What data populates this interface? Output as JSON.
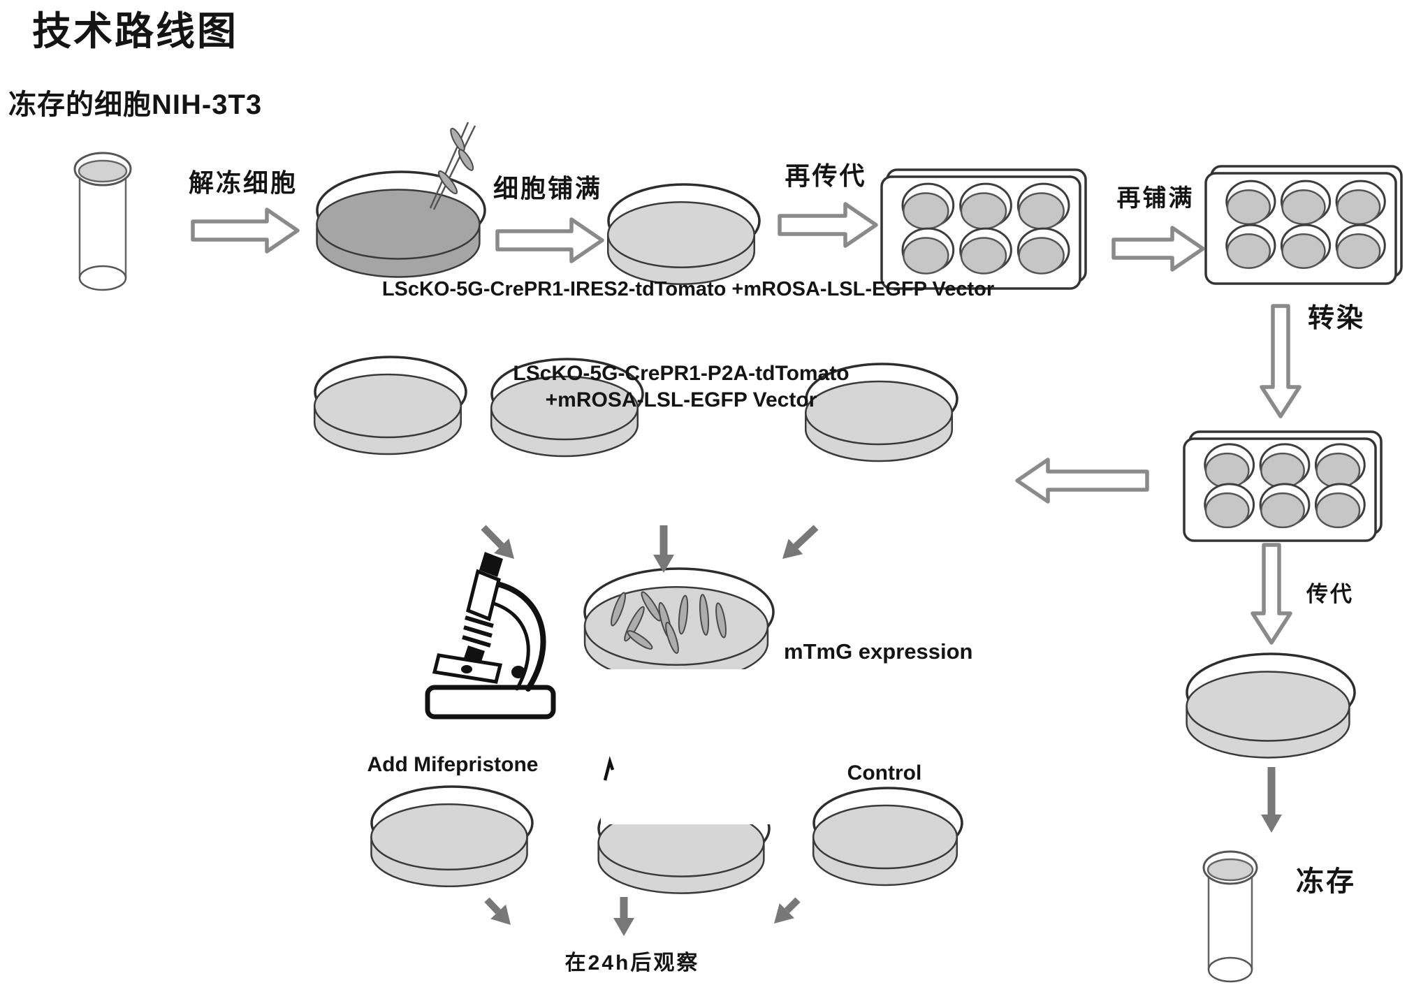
{
  "title": "技术路线图",
  "source_label": "冻存的细胞NIH-3T3",
  "steps": {
    "thaw": "解冻细胞",
    "confluent": "细胞铺满",
    "repassage": "再传代",
    "replate": "再铺满",
    "transfect": "转染",
    "passage": "传代",
    "cryopreserve": "冻存"
  },
  "vectors": {
    "first": "LScKO-5G-CrePR1-IRES2-tdTomato +mROSA-LSL-EGFP Vector",
    "second_line1": "LScKO-5G-CrePR1-P2A-tdTomato",
    "second_line2": "+mROSA-LSL-EGFP Vector"
  },
  "annotations": {
    "expression": "mTmG expression",
    "treatment": "Add Mifepristone",
    "control": "Control",
    "observe": "在24h后观察"
  },
  "colors": {
    "ink": "#1b1b1b",
    "dish_fill": "#d6d6d6",
    "dark_dish_fill": "#a5a5a5",
    "well_fill": "#c6c6c6",
    "cell_fill": "#adadad",
    "arrow_outline": "#8a8a8a",
    "solid_arrow": "#787878"
  },
  "icons": [
    "cryovial-icon",
    "petri-dish",
    "six-well-plate",
    "pipette-icon",
    "microscope-icon",
    "flow-arrow-icon",
    "cells-icon"
  ]
}
